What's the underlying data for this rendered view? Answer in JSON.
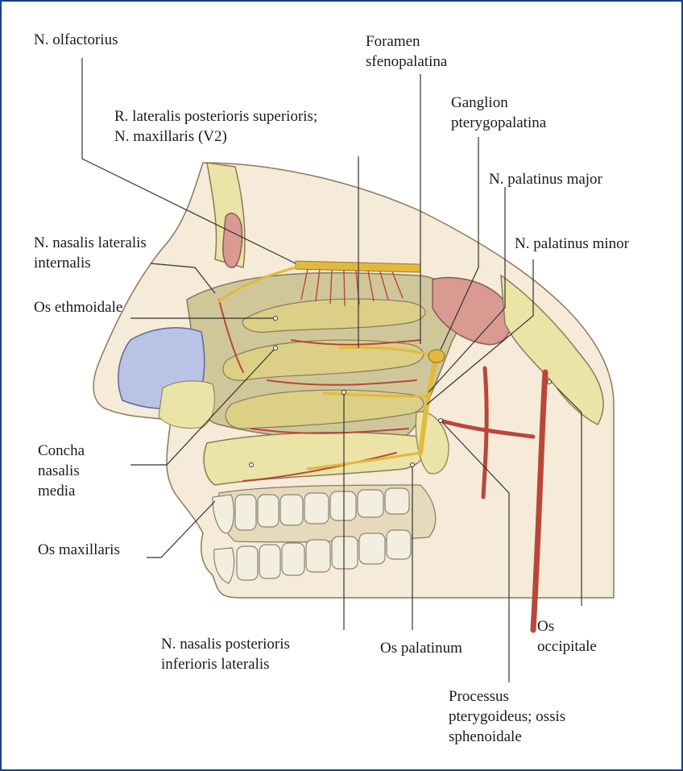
{
  "labels": {
    "n_olfactorius": [
      "N. olfactorius"
    ],
    "foramen_sfenopalatina": [
      "Foramen",
      "sfenopalatina"
    ],
    "r_lateralis": [
      "R. lateralis posterioris superioris;",
      "N. maxillaris (V2)"
    ],
    "ganglion": [
      "Ganglion",
      "pterygopalatina"
    ],
    "n_palatinus_major": [
      "N. palatinus major"
    ],
    "n_nasalis_lateralis": [
      "N. nasalis lateralis",
      "internalis"
    ],
    "n_palatinus_minor": [
      "N. palatinus minor"
    ],
    "os_ethmoidale": [
      "Os ethmoidale"
    ],
    "concha": [
      "Concha",
      "nasalis",
      "media"
    ],
    "os_maxillaris": [
      "Os maxillaris"
    ],
    "n_nasalis_posterioris": [
      "N. nasalis posterioris",
      "inferioris lateralis"
    ],
    "os_palatinum": [
      "Os palatinum"
    ],
    "os_occipitale": [
      "Os",
      "occipitale"
    ],
    "processus": [
      "Processus",
      "pterygoideus; ossis",
      "sphenoidale"
    ]
  },
  "colors": {
    "frame": "#1f3c88",
    "bone": "#ece3a6",
    "bone_dark": "#dccf86",
    "mucosa": "#cfc79a",
    "soft_tissue": "#f6ead8",
    "sinus": "#d99a92",
    "nerve": "#e2b93c",
    "artery": "#b8473a",
    "cartilage": "#b9c3e6",
    "teeth": "#f2efe0",
    "leader": "#333333"
  }
}
